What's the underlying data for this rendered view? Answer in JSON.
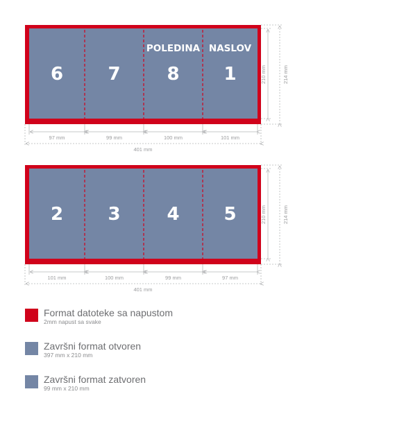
{
  "colors": {
    "bleed": "#d0021b",
    "panel": "#7486a5",
    "fold_line": "#d0021b",
    "dimension": "#b5b6b8",
    "dimension_text": "#9a9b9d",
    "panel_text": "#ffffff",
    "legend_text": "#6d6e71"
  },
  "outer_side": {
    "panels": [
      {
        "number": "6",
        "width_label": "97 mm"
      },
      {
        "number": "7",
        "width_label": "99 mm"
      },
      {
        "number": "8",
        "width_label": "100 mm",
        "label": "POLEDINA"
      },
      {
        "number": "1",
        "width_label": "101 mm",
        "label": "NASLOV"
      }
    ],
    "total_width": "401 mm",
    "height_inner": "210 mm",
    "height_outer": "214 mm"
  },
  "inner_side": {
    "panels": [
      {
        "number": "2",
        "width_label": "101 mm"
      },
      {
        "number": "3",
        "width_label": "100 mm"
      },
      {
        "number": "4",
        "width_label": "99 mm"
      },
      {
        "number": "5",
        "width_label": "97 mm"
      }
    ],
    "total_width": "401 mm",
    "height_inner": "210 mm",
    "height_outer": "214 mm"
  },
  "legend": [
    {
      "title": "Format datoteke sa napustom",
      "subtitle": "2mm napust sa svake",
      "color": "#d0021b"
    },
    {
      "title": "Završni format otvoren",
      "subtitle": "397 mm x 210 mm",
      "color": "#7486a5"
    },
    {
      "title": "Završni format zatvoren",
      "subtitle": "99 mm x 210 mm",
      "color": "#7486a5"
    }
  ]
}
